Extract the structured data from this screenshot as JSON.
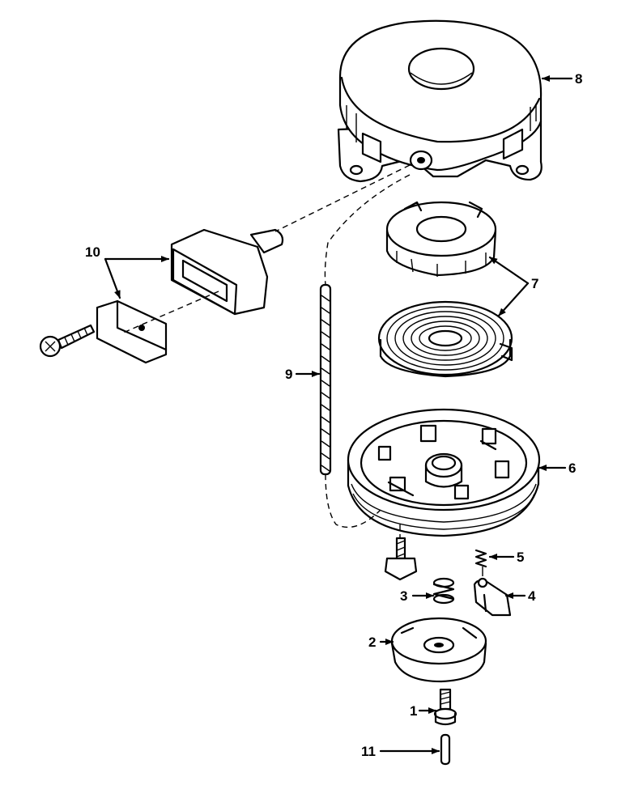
{
  "diagram": {
    "callouts": [
      {
        "id": "8",
        "label": "8"
      },
      {
        "id": "10",
        "label": "10"
      },
      {
        "id": "7",
        "label": "7"
      },
      {
        "id": "9",
        "label": "9"
      },
      {
        "id": "6",
        "label": "6"
      },
      {
        "id": "5",
        "label": "5"
      },
      {
        "id": "4",
        "label": "4"
      },
      {
        "id": "3",
        "label": "3"
      },
      {
        "id": "2",
        "label": "2"
      },
      {
        "id": "1",
        "label": "1"
      },
      {
        "id": "11",
        "label": "11"
      }
    ],
    "parts": [
      {
        "callout": "8",
        "name": "recoil-housing"
      },
      {
        "callout": "7",
        "name": "recoil-spring-and-keeper"
      },
      {
        "callout": "6",
        "name": "rope-pulley"
      },
      {
        "callout": "9",
        "name": "starter-rope"
      },
      {
        "callout": "10",
        "name": "handle-and-insert"
      },
      {
        "callout": "5",
        "name": "small-spring"
      },
      {
        "callout": "4",
        "name": "pawl"
      },
      {
        "callout": "3",
        "name": "compression-spring"
      },
      {
        "callout": "2",
        "name": "retainer-cup"
      },
      {
        "callout": "1",
        "name": "center-screw"
      },
      {
        "callout": "11",
        "name": "pin"
      }
    ]
  }
}
